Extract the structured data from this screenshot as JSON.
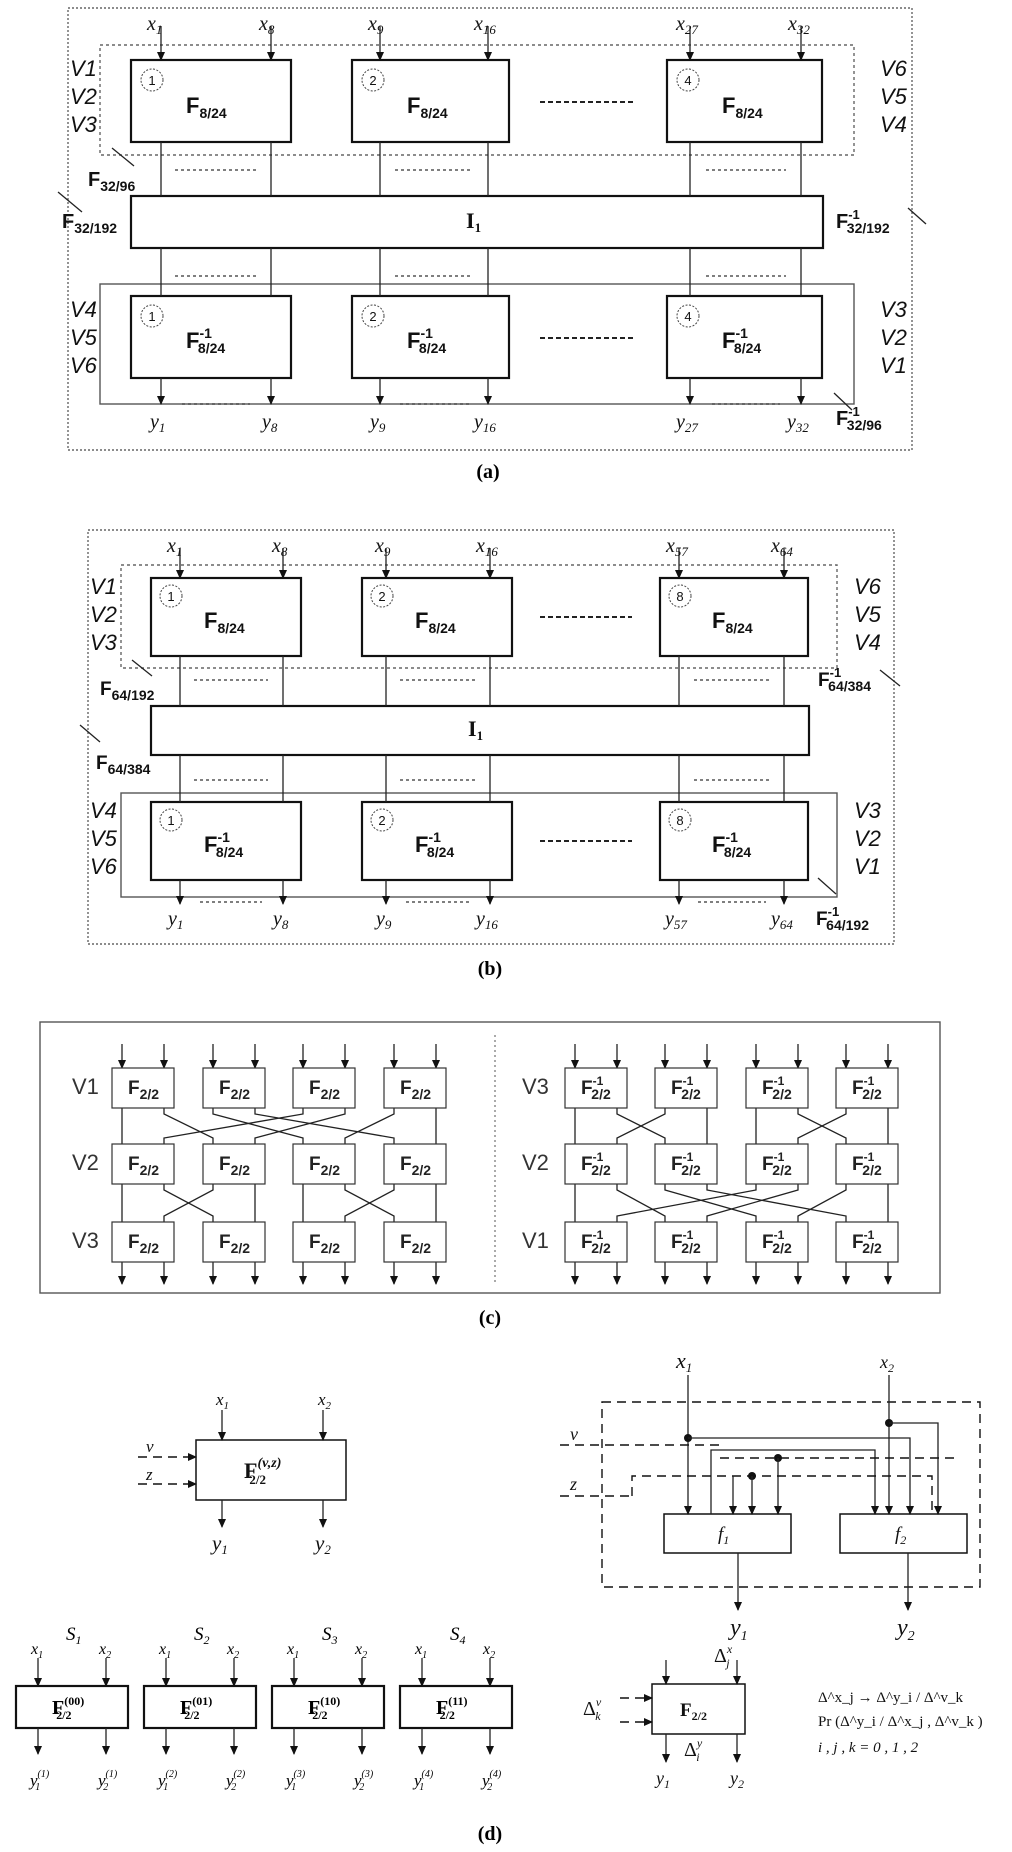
{
  "panel_labels": {
    "a": "(a)",
    "b": "(b)",
    "c": "(c)",
    "d": "(d)"
  },
  "a": {
    "inputs": [
      "x",
      "1",
      "x",
      "8",
      "x",
      "9",
      "x",
      "16",
      "x",
      "27",
      "x",
      "32"
    ],
    "outputs": [
      "y",
      "1",
      "y",
      "8",
      "y",
      "9",
      "y",
      "16",
      "y",
      "27",
      "y",
      "32"
    ],
    "block_nums": [
      "1",
      "2",
      "4"
    ],
    "block_main": "F",
    "block_sub": "8/24",
    "inv_sup": "-1",
    "dots": "-----------",
    "left_top": [
      "V1",
      "V2",
      "V3"
    ],
    "right_top": [
      "V6",
      "V5",
      "V4"
    ],
    "left_bottom": [
      "V4",
      "V5",
      "V6"
    ],
    "right_bottom": [
      "V3",
      "V2",
      "V1"
    ],
    "mid": "I",
    "mid_sub": "1",
    "lbl1_main": "F",
    "lbl1_sub": "32/96",
    "lbl2_main": "F",
    "lbl2_sub": "32/192",
    "lbl3_main": "F",
    "lbl3_sub": "32/192",
    "lbl4_main": "F",
    "lbl4_sub": "32/96"
  },
  "b": {
    "inputs": [
      "x",
      "1",
      "x",
      "8",
      "x",
      "9",
      "x",
      "16",
      "x",
      "57",
      "x",
      "64"
    ],
    "outputs": [
      "y",
      "1",
      "y",
      "8",
      "y",
      "9",
      "y",
      "16",
      "y",
      "57",
      "y",
      "64"
    ],
    "block_nums": [
      "1",
      "2",
      "8"
    ],
    "block_main": "F",
    "block_sub": "8/24",
    "inv_sup": "-1",
    "dots": "-----------",
    "left_top": [
      "V1",
      "V2",
      "V3"
    ],
    "right_top": [
      "V6",
      "V5",
      "V4"
    ],
    "left_bottom": [
      "V4",
      "V5",
      "V6"
    ],
    "right_bottom": [
      "V3",
      "V2",
      "V1"
    ],
    "mid": "I",
    "mid_sub": "1",
    "lbl1_main": "F",
    "lbl1_sub": "64/192",
    "lbl2_main": "F",
    "lbl2_sub": "64/384",
    "lbl3_main": "F",
    "lbl3_sub": "64/384",
    "lbl4_main": "F",
    "lbl4_sub": "64/192"
  },
  "c": {
    "left_rows": [
      "V1",
      "V2",
      "V3"
    ],
    "right_rows": [
      "V3",
      "V2",
      "V1"
    ],
    "cell_main": "F",
    "cell_sub": "2/2",
    "inv_sup": "-1"
  },
  "d": {
    "block_main": "F",
    "block_sub": "2/2",
    "block_sup": "(v,z)",
    "in_x": "x",
    "in_1": "1",
    "in_2": "2",
    "out_y": "y",
    "ctrl_v": "v",
    "ctrl_z": "z",
    "f1": "f",
    "f1_sub": "1",
    "f2": "f",
    "f2_sub": "2",
    "s_labels": [
      "S",
      "1",
      "S",
      "2",
      "S",
      "3",
      "S",
      "4"
    ],
    "s_sups": [
      "(00)",
      "(01)",
      "(10)",
      "(11)"
    ],
    "out_sups": [
      "(1)",
      "(1)",
      "(2)",
      "(2)",
      "(3)",
      "(3)",
      "(4)",
      "(4)"
    ],
    "delta": "Δ",
    "dx_sup": "x",
    "dx_sub": "j",
    "dv_sup": "v",
    "dv_sub": "k",
    "dy_sup": "y",
    "dy_sub": "i",
    "formula1": "Δ^x_j → Δ^y_i / Δ^v_k",
    "formula2": "Pr (Δ^y_i / Δ^x_j , Δ^v_k )",
    "formula3": "i ,  j ,  k  =  0 , 1 , 2"
  }
}
